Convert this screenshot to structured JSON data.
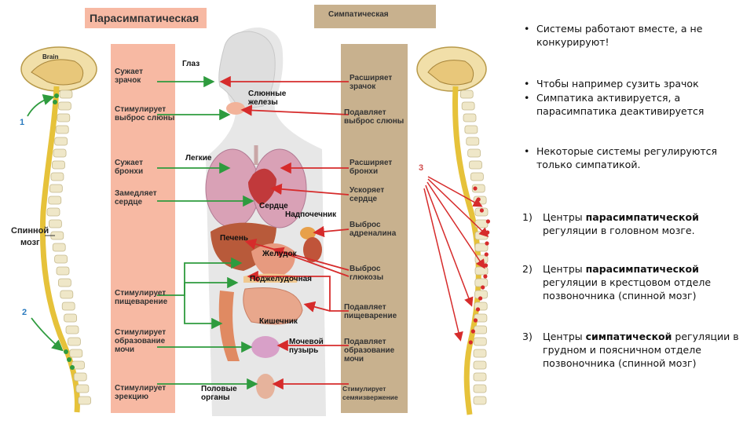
{
  "headers": {
    "parasympathetic": "Парасимпатическая",
    "sympathetic": "Симпатическая"
  },
  "left_spine": {
    "brain_label": "Brain",
    "spinal_cord_label": [
      "Спинной",
      "мозг"
    ],
    "marker_1": "1",
    "marker_2": "2"
  },
  "right_spine": {
    "marker_3": "3"
  },
  "parasympathetic_effects": [
    [
      "Сужает",
      "зрачок"
    ],
    [
      "Стимулирует",
      "выброс слюны"
    ],
    [
      "Сужает",
      "бронхи"
    ],
    [
      "Замедляет",
      "сердце"
    ],
    [
      "Стимулирует",
      "пищеварение"
    ],
    [
      "Стимулирует",
      "образование",
      "мочи"
    ],
    [
      "Стимулирует",
      "эрекцию"
    ]
  ],
  "sympathetic_effects": [
    [
      "Расширяет",
      "зрачок"
    ],
    [
      "Подавляет",
      "выброс слюны"
    ],
    [
      "Расширяет",
      "бронхи"
    ],
    [
      "Ускоряет",
      "сердце"
    ],
    [
      "Выброс",
      "адреналина"
    ],
    [
      "Выброс",
      "глюкозы"
    ],
    [
      "Подавляет",
      "пищеварение"
    ],
    [
      "Подавляет",
      "образование",
      "мочи"
    ],
    [
      "Стимулирует",
      "семяизвержение"
    ]
  ],
  "organs": {
    "eye": "Глаз",
    "salivary": [
      "Слюнные",
      "железы"
    ],
    "lungs": "Легкие",
    "heart": "Сердце",
    "adrenal": "Надпочечник",
    "liver": "Печень",
    "stomach": "Желудок",
    "pancreas": "Поджелудочная",
    "intestine": "Кишечник",
    "bladder": [
      "Мочевой",
      "пузырь"
    ],
    "genitals": [
      "Половые",
      "органы"
    ]
  },
  "notes": {
    "bullets": [
      "Системы работают вместе, а не конкурируют!",
      "Чтобы например сузить зрачок",
      "Симпатика активируется, а парасимпатика деактивируется",
      "Некоторые системы регулируются только симпатикой."
    ],
    "list": [
      {
        "num": "1)",
        "text_before": "Центры ",
        "bold": "парасимпатической",
        "text_after": " регуляции в головном мозге."
      },
      {
        "num": "2)",
        "text_before": "Центры ",
        "bold": "парасимпатической",
        "text_after": " регуляции в крестцовом отделе позвоночника (спинной мозг)"
      },
      {
        "num": "3)",
        "text_before": "Центры ",
        "bold": "симпатической",
        "text_after": " регуляции в грудном и поясничном отделе позвоночника (спинной мозг)"
      }
    ]
  },
  "colors": {
    "parasympathetic_bg": "#f7b9a3",
    "sympathetic_bg": "#c8b18e",
    "parasympathetic_arrow": "#2e9b3e",
    "sympathetic_arrow": "#d62b2b",
    "spinal_cord": "#e6c23a",
    "vertebra": "#efe7c8"
  }
}
